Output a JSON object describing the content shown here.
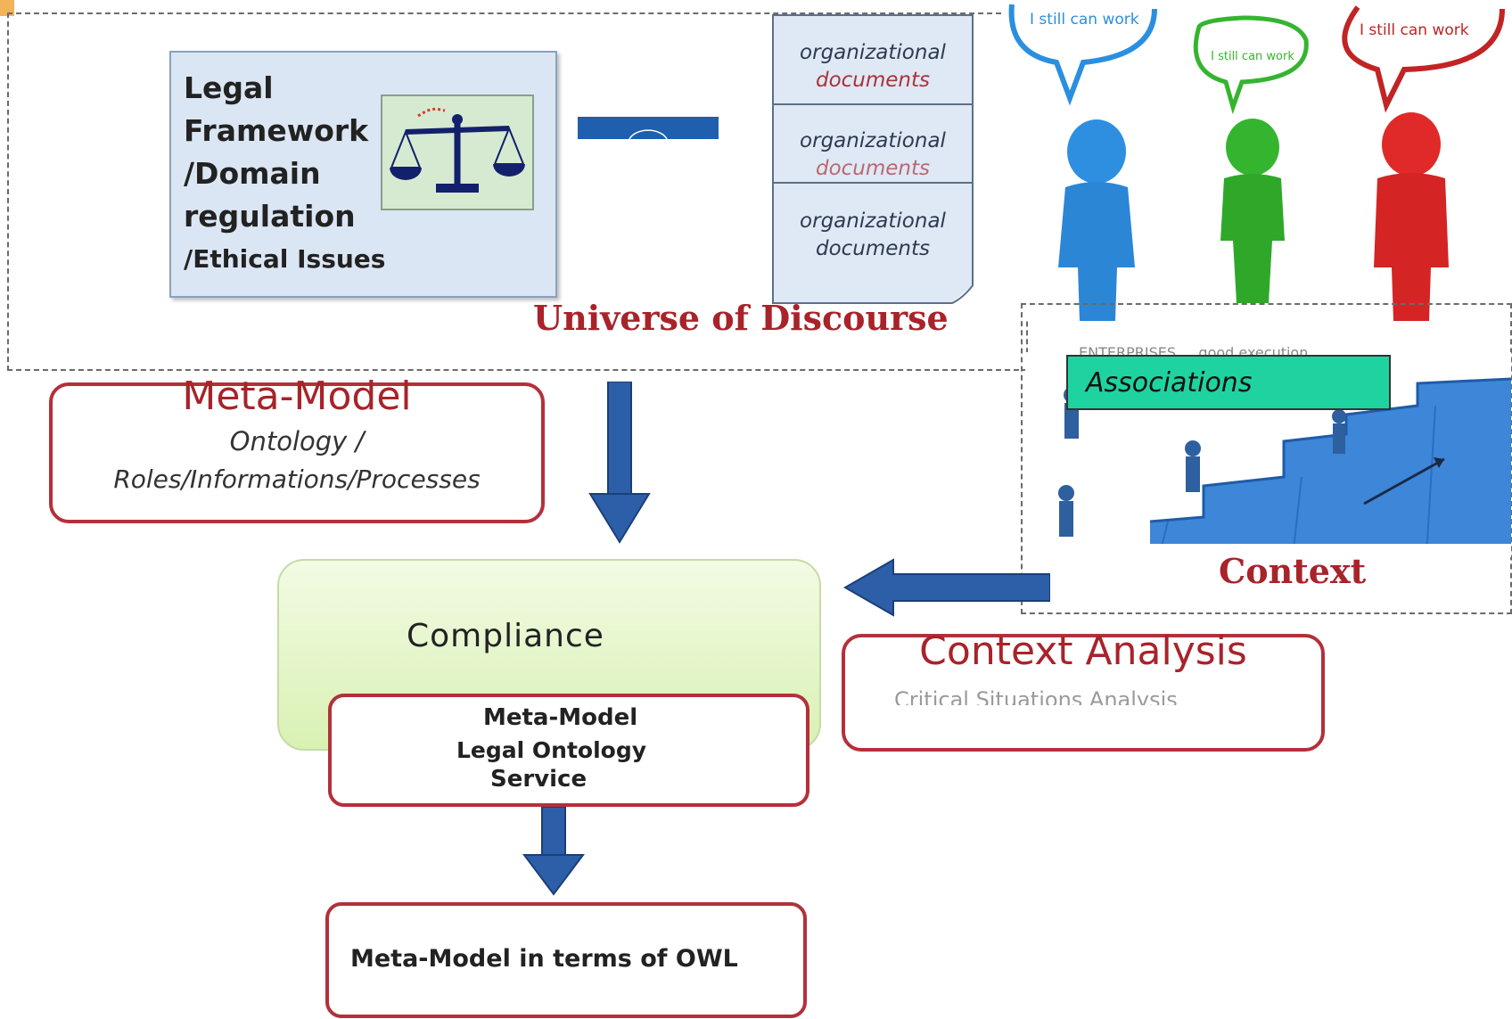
{
  "universe": {
    "title": "Universe of Discourse",
    "legal_lines": [
      "Legal",
      "Framework",
      "/Domain",
      "regulation",
      "/Ethical Issues"
    ],
    "documents": [
      {
        "line1": "organizational",
        "line2": "documents"
      },
      {
        "line1": "organizational",
        "line2": "documents"
      },
      {
        "line1": "organizational",
        "line2": "documents"
      }
    ]
  },
  "speech_bubbles": [
    "I still can work",
    "I still can work",
    "I still can work"
  ],
  "context": {
    "title": "Context",
    "associations_label": "Associations",
    "partial_text": "ENTERPRISES ... good execution"
  },
  "meta_model": {
    "title": "Meta-Model",
    "line1": "Ontology /",
    "line2": "Roles/Informations/Processes"
  },
  "compliance": {
    "title": "Compliance"
  },
  "legal_service": {
    "line1": "Meta-Model",
    "line2": "Legal Ontology",
    "line3": "Service"
  },
  "context_analysis": {
    "title": "Context Analysis",
    "subtitle": "Critical Situations Analysis"
  },
  "owl": {
    "label": "Meta-Model in terms of OWL"
  },
  "colors": {
    "arrow_blue": "#2d5ea8",
    "frame_red": "#b3303a",
    "title_red": "#a8232a",
    "associations_green": "#1fd3a0",
    "compliance_green": "#e4f5c4",
    "person_blue": "#2b8fe0",
    "person_green": "#35b52f",
    "person_red": "#d92b2b"
  }
}
